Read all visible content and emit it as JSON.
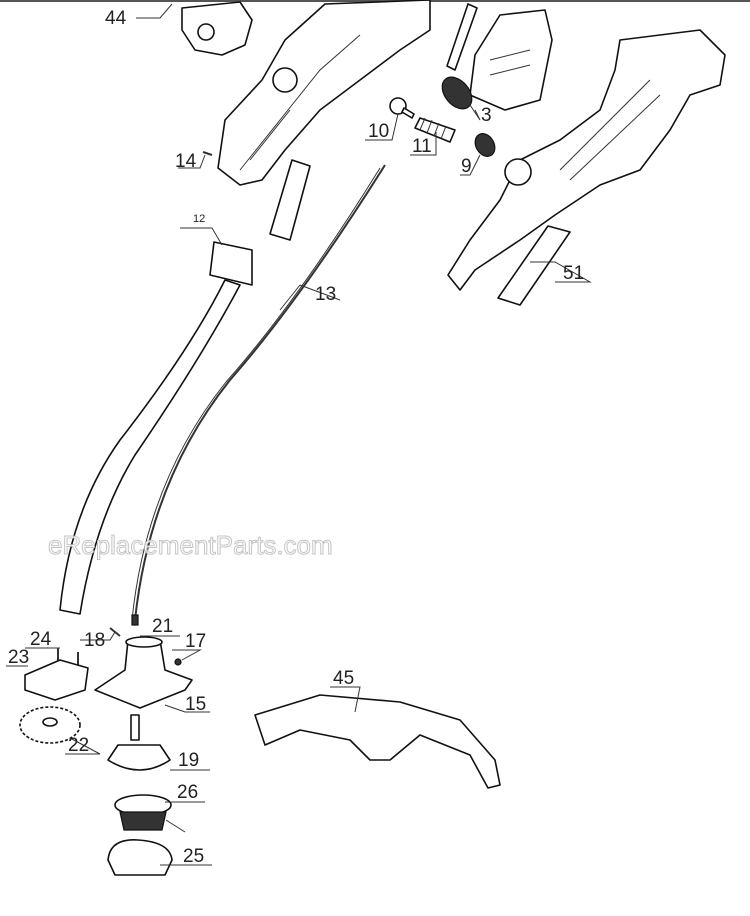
{
  "diagram": {
    "watermark": "eReplacementParts.com",
    "labels": {
      "p44": "44",
      "p14": "14",
      "p12": "12",
      "p13": "13",
      "p10": "10",
      "p11": "11",
      "p3": "3",
      "p9": "9",
      "p51": "51",
      "p24": "24",
      "p23": "23",
      "p18": "18",
      "p21": "21",
      "p17": "17",
      "p15": "15",
      "p22": "22",
      "p19": "19",
      "p26": "26",
      "p25": "25",
      "p45": "45"
    }
  }
}
